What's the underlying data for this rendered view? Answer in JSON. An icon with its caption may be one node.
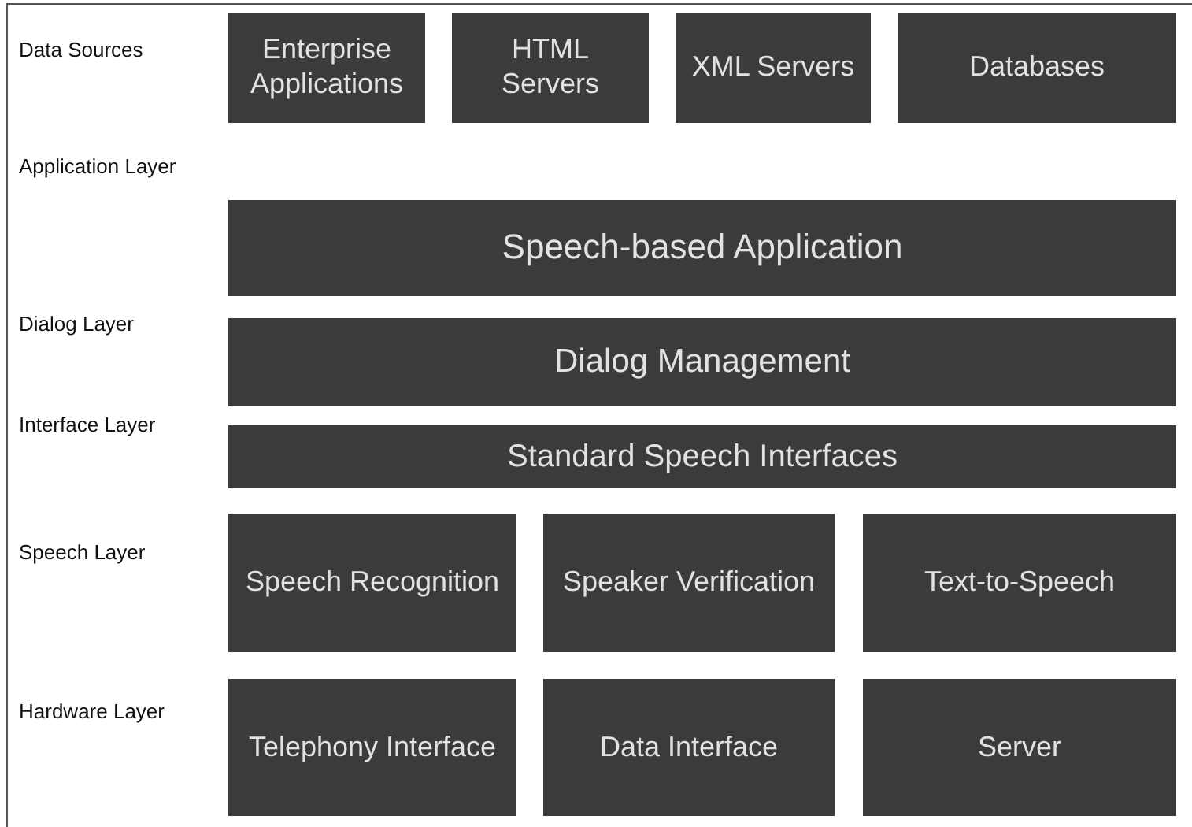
{
  "diagram": {
    "nodes": [
      {
        "text": [
          "Enterprise Applications"
        ]
      },
      {
        "text": [
          "HTML Servers"
        ]
      },
      {
        "text": [
          "XML Servers"
        ]
      },
      {
        "text": [
          "Databases"
        ]
      },
      {
        "text": [
          "Speech-based Application"
        ]
      },
      {
        "text": [
          "Dialog Management"
        ]
      },
      {
        "text": [
          "Standard Speech Interfaces"
        ]
      },
      {
        "text": [
          "Speech Recognition"
        ]
      },
      {
        "text": [
          "Speaker Verification"
        ]
      },
      {
        "text": [
          "Text-to-Speech"
        ]
      },
      {
        "text": [
          "Telephony Interface"
        ]
      },
      {
        "text": [
          "Data Interface"
        ]
      },
      {
        "text": [
          "Server"
        ]
      }
    ],
    "labels": [
      "Data Sources",
      "Application Layer",
      "Dialog Layer",
      "Interface Layer",
      "Speech Layer",
      "Hardware Layer"
    ]
  }
}
